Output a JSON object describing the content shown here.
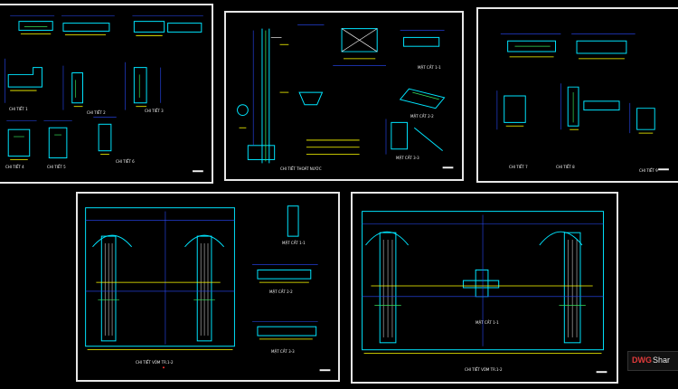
{
  "sheets": [
    {
      "id": "s1",
      "labels": [
        "CHI TIẾT 1",
        "CHI TIẾT 2",
        "CHI TIẾT 3",
        "CHI TIẾT 4",
        "CHI TIẾT 5",
        "CHI TIẾT 6"
      ]
    },
    {
      "id": "s2",
      "labels": [
        "MẶT CẮT 1-1",
        "CHI TIẾT THOÁT NƯỚC",
        "MẶT CẮT 2-2",
        "MẶT CẮT 3-3"
      ]
    },
    {
      "id": "s3",
      "labels": [
        "CHI TIẾT 7",
        "CHI TIẾT 8",
        "CHI TIẾT 9"
      ]
    },
    {
      "id": "s4",
      "labels": [
        "CHI TIẾT VÒM TR.1-2",
        "MẶT CẮT 1-1",
        "MẶT CẮT 2-2",
        "MẶT CẮT 3-3"
      ]
    },
    {
      "id": "s5",
      "labels": [
        "CHI TIẾT VÒM TR.1-2",
        "MẶT CẮT 1-1"
      ]
    }
  ],
  "watermark": {
    "brand_red": "DWG",
    "brand_white": "Shar"
  },
  "colors": {
    "cyan": "#00e5ff",
    "blue": "#2a4bff",
    "yellow": "#ffff00",
    "white": "#f2f2f2",
    "green": "#35e05a",
    "red": "#ff3030",
    "magenta": "#ff40ff"
  }
}
